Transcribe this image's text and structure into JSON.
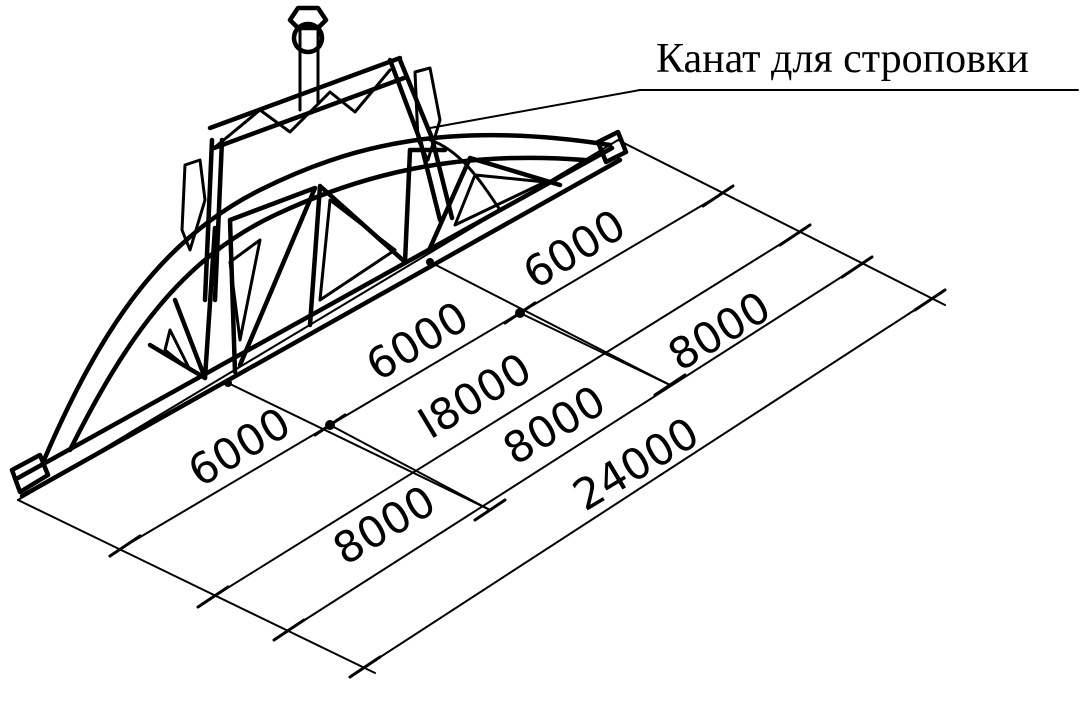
{
  "callout": {
    "label": "Канат для строповки"
  },
  "dimensions": {
    "top_row": [
      "6000",
      "6000",
      "6000"
    ],
    "span_truss": "I8000",
    "bottom_row": [
      "8000",
      "8000",
      "8000"
    ],
    "span_total": "24000"
  }
}
